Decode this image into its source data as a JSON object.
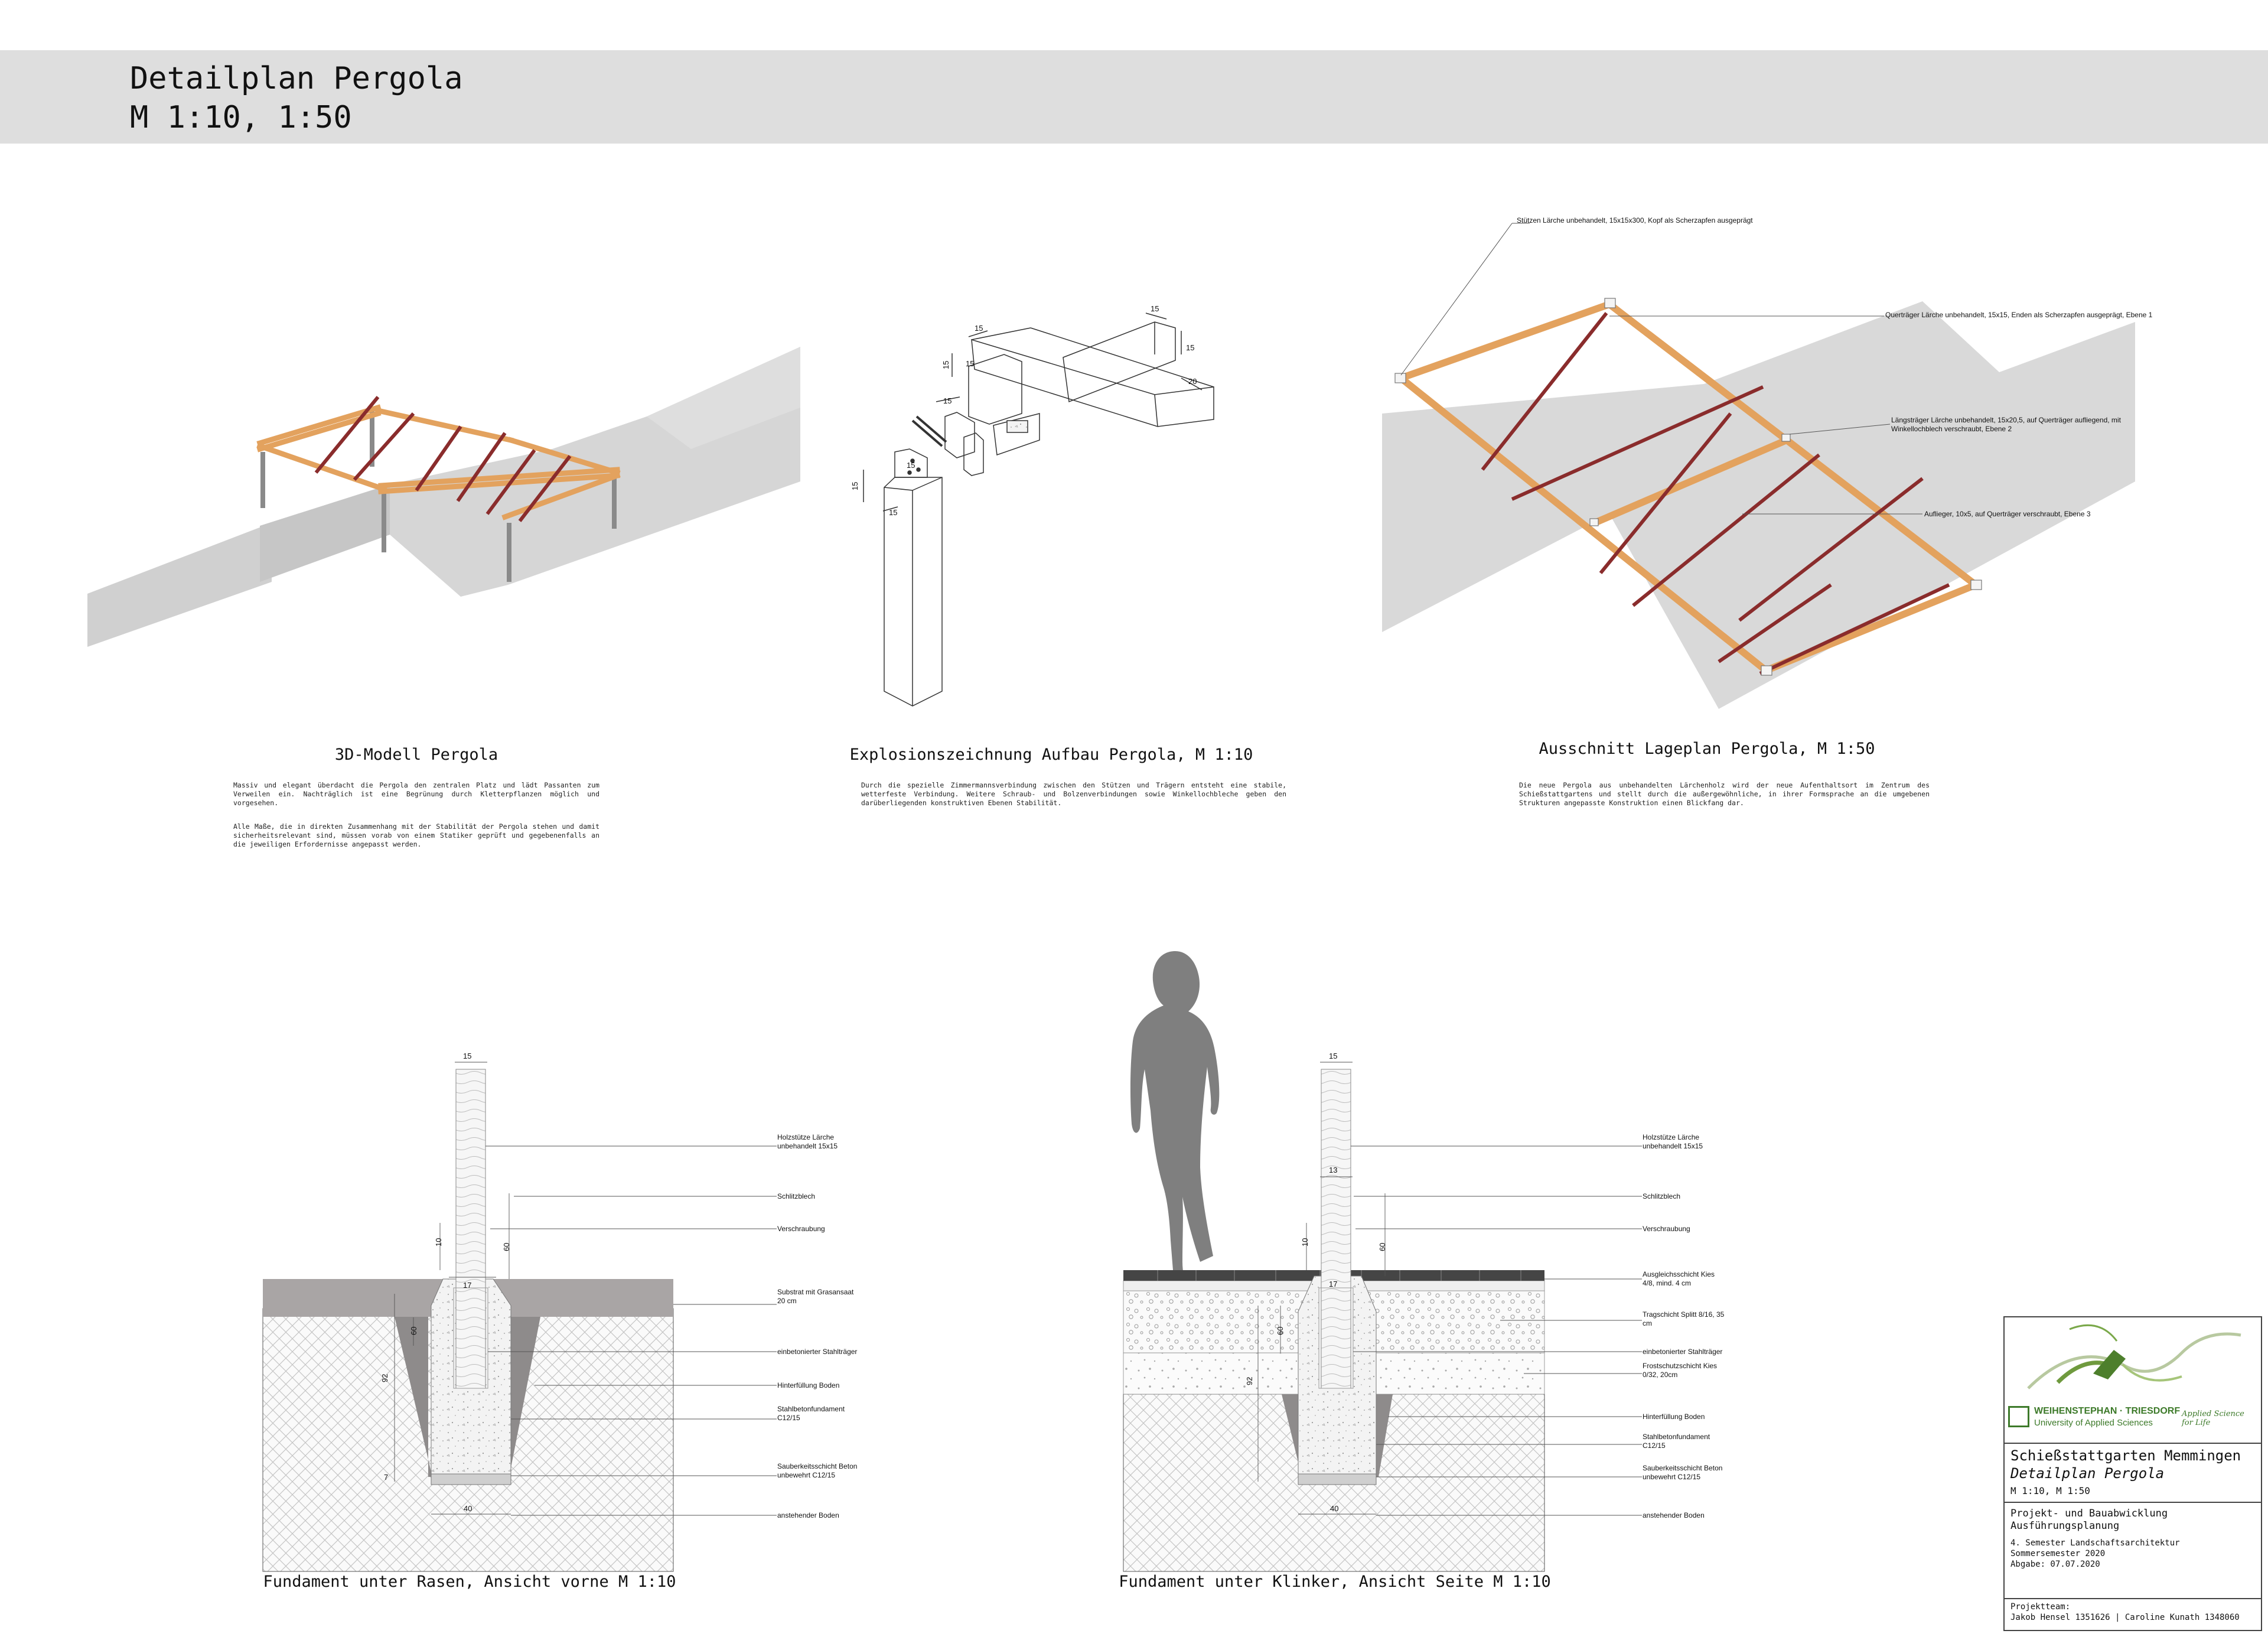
{
  "header": {
    "title_line1": "Detailplan Pergola",
    "title_line2": "M 1:10, 1:50"
  },
  "sections": {
    "model": {
      "caption": "3D-Modell Pergola",
      "text1": "Massiv und elegant überdacht die Pergola den zentralen Platz und lädt Passanten zum Verweilen ein. Nachträglich ist eine Begrünung durch Kletterpflanzen möglich und vorgesehen.",
      "text2": "Alle Maße, die in direkten Zusammenhang mit der Stabilität der Pergola stehen und damit sicherheitsrelevant sind, müssen vorab von einem Statiker geprüft und gegebenenfalls an die jeweiligen Erfordernisse angepasst werden."
    },
    "explosion": {
      "caption": "Explosionszeichnung Aufbau Pergola, M 1:10",
      "text": "Durch die spezielle Zimmermannsverbindung zwischen den Stützen und Trägern entsteht eine stabile, wetterfeste Verbindung. Weitere Schraub- und Bolzenverbindungen sowie Winkellochbleche geben den darüberliegenden konstruktiven Ebenen Stabilität.",
      "dims": [
        "15",
        "15",
        "15",
        "15",
        "15",
        "20",
        "15",
        "15",
        "15",
        "15"
      ]
    },
    "plan": {
      "caption": "Ausschnitt Lageplan Pergola, M 1:50",
      "text": "Die neue Pergola aus unbehandelten Lärchenholz wird der neue Aufenthaltsort im Zentrum des Schießstattgartens und stellt durch die außergewöhnliche, in ihrer Formsprache an die umgebenen Strukturen angepasste Konstruktion einen Blickfang dar.",
      "labels": [
        "Stützen Lärche unbehandelt, 15x15x300, Kopf als Scherzapfen ausgeprägt",
        "Querträger Lärche unbehandelt, 15x15, Enden als Scherzapfen ausgeprägt, Ebene 1",
        "Längsträger Lärche unbehandelt, 15x20,5, auf Querträger aufliegend, mit",
        "Winkellochblech verschraubt, Ebene 2",
        "Auflieger, 10x5, auf Querträger verschraubt, Ebene 3"
      ]
    },
    "found_lawn": {
      "caption": "Fundament unter Rasen, Ansicht vorne M 1:10",
      "dims": [
        "15",
        "10",
        "60",
        "17",
        "60",
        "92",
        "7",
        "40"
      ],
      "labels": [
        [
          "Holzstütze Lärche",
          "unbehandelt 15x15"
        ],
        [
          "Schlitzblech"
        ],
        [
          "Verschraubung"
        ],
        [
          "Substrat mit Grasansaat",
          "20 cm"
        ],
        [
          "einbetonierter Stahlträger"
        ],
        [
          "Hinterfüllung Boden"
        ],
        [
          "Stahlbetonfundament",
          "C12/15"
        ],
        [
          "Sauberkeitsschicht Beton",
          "unbewehrt C12/15"
        ],
        [
          "anstehender Boden"
        ]
      ]
    },
    "found_clinker": {
      "caption": "Fundament unter Klinker, Ansicht Seite M 1:10",
      "dims": [
        "15",
        "13",
        "10",
        "60",
        "17",
        "60",
        "92",
        "40"
      ],
      "labels": [
        [
          "Holzstütze Lärche",
          "unbehandelt 15x15"
        ],
        [
          "Schlitzblech"
        ],
        [
          "Verschraubung"
        ],
        [
          "Ausgleichsschicht Kies",
          "4/8, mind. 4 cm"
        ],
        [
          "Tragschicht Splitt 8/16, 35",
          "cm"
        ],
        [
          "einbetonierter Stahlträger"
        ],
        [
          "Frostschutzschicht Kies",
          "0/32, 20cm"
        ],
        [
          "Hinterfüllung Boden"
        ],
        [
          "Stahlbetonfundament",
          "C12/15"
        ],
        [
          "Sauberkeitsschicht Beton",
          "unbewehrt C12/15"
        ],
        [
          "anstehender Boden"
        ]
      ]
    }
  },
  "titleblock": {
    "logo_name": "WEIHENSTEPHAN · TRIESDORF",
    "logo_sub": "University of Applied Sciences",
    "logo_script": "Applied Science for Life",
    "project": "Schießstattgarten Memmingen",
    "plan_title": "Detailplan Pergola",
    "scale": "M 1:10, M 1:50",
    "phase1": "Projekt- und Bauabwicklung",
    "phase2": "Ausführungsplanung",
    "course1": "4. Semester Landschaftsarchitektur",
    "course2": "Sommersemester 2020",
    "course3": "Abgabe: 07.07.2020",
    "team_label": "Projektteam:",
    "team": "Jakob Hensel 1351626 | Caroline Kunath 1348060"
  },
  "colors": {
    "header_bg": "#dedede",
    "wood": "#e3a25e",
    "rafter": "#8a2c2c",
    "ground": "#d9d9d9",
    "figure": "#7f7f7f"
  }
}
